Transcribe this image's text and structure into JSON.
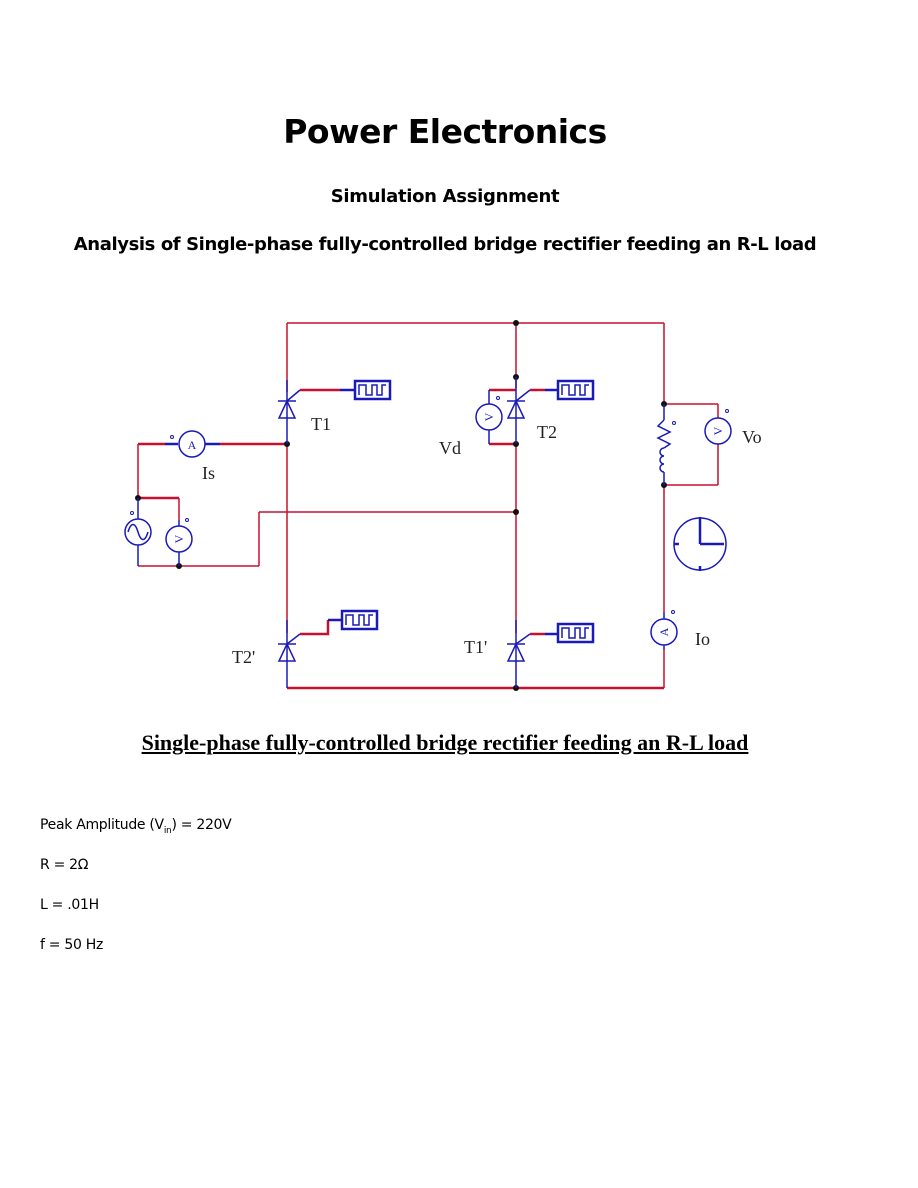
{
  "document": {
    "title": "Power Electronics",
    "subtitle": "Simulation Assignment",
    "heading": "Analysis of Single-phase fully-controlled bridge rectifier feeding an R-L load",
    "caption": "Single-phase fully-controlled bridge rectifier feeding an R-L load"
  },
  "circuit": {
    "labels": {
      "t1": "T1",
      "t2": "T2",
      "t1_prime": "T1'",
      "t2_prime": "T2'",
      "is": "Is",
      "vd": "Vd",
      "vo": "Vo",
      "io": "Io"
    },
    "meters": {
      "ammeter": "A",
      "voltmeter": "V"
    },
    "colors": {
      "wire": "#c8102e",
      "component": "#1a1ab8"
    }
  },
  "parameters": [
    {
      "name": "Peak Amplitude (V",
      "sub": "in",
      "rest": ") = 220V"
    },
    {
      "name": "R = 2Ω",
      "sub": "",
      "rest": ""
    },
    {
      "name": "L = .01H",
      "sub": "",
      "rest": ""
    },
    {
      "name": "f = 50 Hz",
      "sub": "",
      "rest": ""
    }
  ]
}
